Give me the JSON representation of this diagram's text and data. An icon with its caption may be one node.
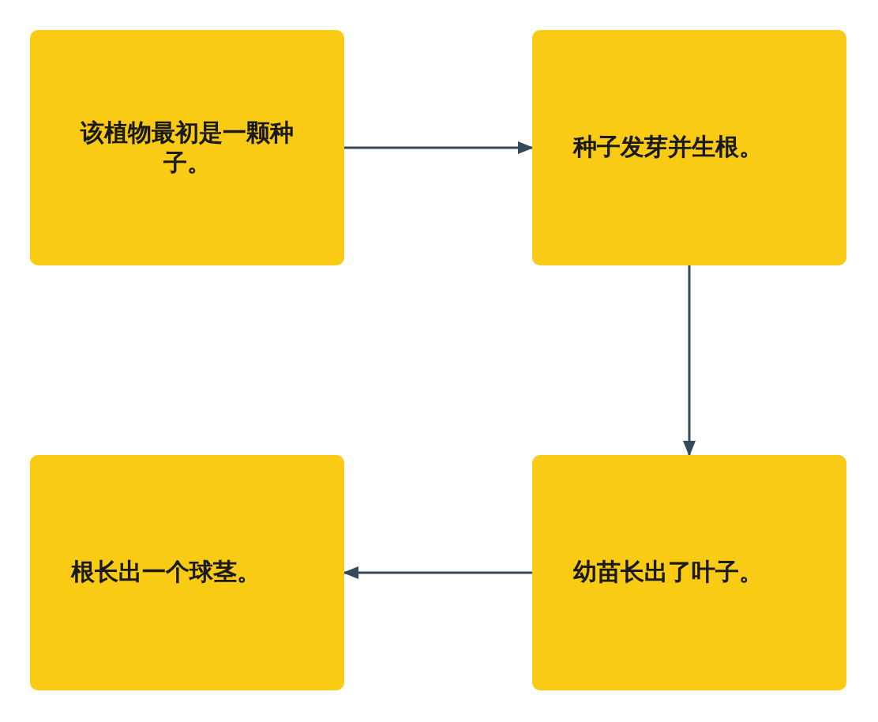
{
  "diagram": {
    "nodes": [
      {
        "text": [
          "该植物最初是一颗种子。"
        ]
      },
      {
        "text": [
          "种子发芽并生根。"
        ]
      },
      {
        "text": [
          "幼苗长出了叶子。"
        ]
      },
      {
        "text": [
          "根长出一个球茎。"
        ]
      }
    ],
    "edges": [
      {
        "from": 0,
        "to": 1,
        "arrow": "to"
      },
      {
        "from": 1,
        "to": 2,
        "arrow": "to"
      },
      {
        "from": 2,
        "to": 3,
        "arrow": "to"
      }
    ]
  }
}
